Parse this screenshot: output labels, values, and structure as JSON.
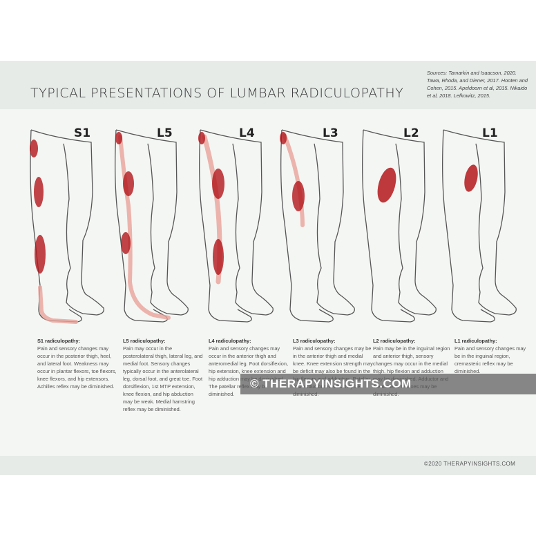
{
  "title": "TYPICAL PRESENTATIONS OF LUMBAR RADICULOPATHY",
  "sources": "Sources: Tamarkin and Isaacson, 2020. Tawa, Rhoda, and Diener, 2017. Hooten and Cohen, 2015. Apeldoorn et al, 2015. Nikaido et al, 2018. Lefkowitz, 2015.",
  "levels": [
    {
      "label": "S1",
      "heading": "S1 radiculopathy:",
      "text": "Pain and sensory changes may occur in the posterior thigh, heel, and lateral foot. Weakness may occur in plantar flexors, toe flexors, knee flexors, and hip extensors. Achilles reflex may be diminished."
    },
    {
      "label": "L5",
      "heading": "L5 radiculopathy:",
      "text": "Pain may occur in the posterolateral thigh, lateral leg, and medial foot. Sensory changes typically occur in the anterolateral leg, dorsal foot, and great toe. Foot dorsiflexion, 1st MTP extension, knee flexion, and hip abduction may be weak. Medial hamstring reflex may be diminished."
    },
    {
      "label": "L4",
      "heading": "L4 radiculopathy:",
      "text": "Pain and sensory changes may occur in the anterior thigh and anteromedial leg. Foot dorsiflexion, hip extension, knee extension and hip adduction may be diminished. The patellar reflex may be diminished."
    },
    {
      "label": "L3",
      "heading": "L3 radiculopathy:",
      "text": "Pain and sensory changes may be in the anterior thigh and medial knee. Knee extension strength may be deficit may also be found in the hip flexors and adductors. Patellar and adductor reflexes may be diminished."
    },
    {
      "label": "L2",
      "heading": "L2 radiculopathy:",
      "text": "Pain may be in the inguinal region and anterior thigh, sensory changes may occur in the medial thigh. hip flexion and adduction may be diminished. Adductor and cremasteric reflexes may be diminished."
    },
    {
      "label": "L1",
      "heading": "L1 radiculopathy:",
      "text": "Pain and sensory changes may be in the inguinal region, cremasteric reflex may be diminished."
    }
  ],
  "copyright": "©2020 THERAPYINSIGHTS.COM",
  "watermark": "© THERAPYINSIGHTS.COM",
  "colors": {
    "pain": "#b3171b",
    "pain_light": "#e8a39a",
    "line": "#555555",
    "band": "#e6ebe8"
  }
}
